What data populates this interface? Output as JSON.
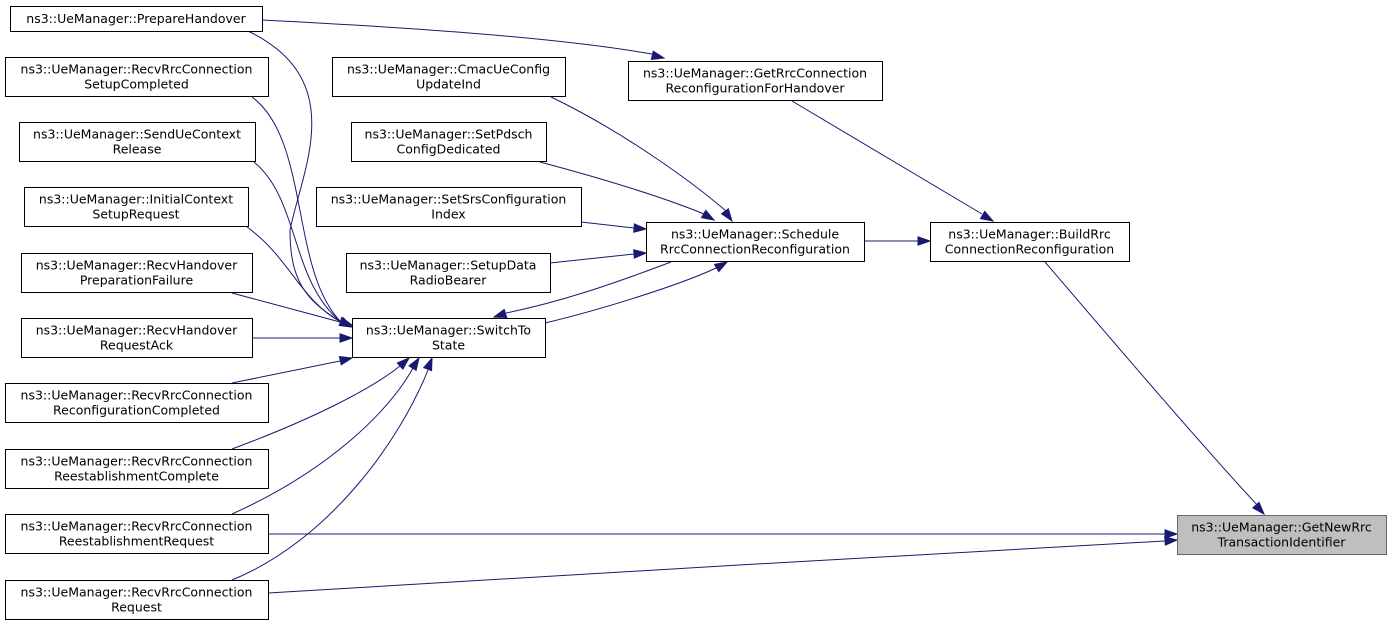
{
  "graph": {
    "type": "caller-graph",
    "nodes": {
      "get_new_rrc": [
        "ns3::UeManager::GetNewRrc",
        "TransactionIdentifier"
      ],
      "build_rrc": [
        "ns3::UeManager::BuildRrc",
        "ConnectionReconfiguration"
      ],
      "get_rrc_handover": [
        "ns3::UeManager::GetRrcConnection",
        "ReconfigurationForHandover"
      ],
      "prepare_handover": [
        "ns3::UeManager::PrepareHandover"
      ],
      "schedule_rrc": [
        "ns3::UeManager::Schedule",
        "RrcConnectionReconfiguration"
      ],
      "cmac_ue_config": [
        "ns3::UeManager::CmacUeConfig",
        "UpdateInd"
      ],
      "set_pdsch": [
        "ns3::UeManager::SetPdsch",
        "ConfigDedicated"
      ],
      "set_srs": [
        "ns3::UeManager::SetSrsConfiguration",
        "Index"
      ],
      "setup_data": [
        "ns3::UeManager::SetupData",
        "RadioBearer"
      ],
      "switch_to_state": [
        "ns3::UeManager::SwitchTo",
        "State"
      ],
      "recv_setup_completed": [
        "ns3::UeManager::RecvRrcConnection",
        "SetupCompleted"
      ],
      "send_ue_context": [
        "ns3::UeManager::SendUeContext",
        "Release"
      ],
      "initial_context": [
        "ns3::UeManager::InitialContext",
        "SetupRequest"
      ],
      "recv_handover_prep": [
        "ns3::UeManager::RecvHandover",
        "PreparationFailure"
      ],
      "recv_handover_ack": [
        "ns3::UeManager::RecvHandover",
        "RequestAck"
      ],
      "recv_reconf_completed": [
        "ns3::UeManager::RecvRrcConnection",
        "ReconfigurationCompleted"
      ],
      "recv_reest_complete": [
        "ns3::UeManager::RecvRrcConnection",
        "ReestablishmentComplete"
      ],
      "recv_reest_request": [
        "ns3::UeManager::RecvRrcConnection",
        "ReestablishmentRequest"
      ],
      "recv_request": [
        "ns3::UeManager::RecvRrcConnection",
        "Request"
      ]
    },
    "root": "get_new_rrc",
    "edges": [
      [
        "build_rrc",
        "get_new_rrc"
      ],
      [
        "recv_reest_request",
        "get_new_rrc"
      ],
      [
        "recv_request",
        "get_new_rrc"
      ],
      [
        "get_rrc_handover",
        "build_rrc"
      ],
      [
        "schedule_rrc",
        "build_rrc"
      ],
      [
        "prepare_handover",
        "get_rrc_handover"
      ],
      [
        "cmac_ue_config",
        "schedule_rrc"
      ],
      [
        "set_pdsch",
        "schedule_rrc"
      ],
      [
        "set_srs",
        "schedule_rrc"
      ],
      [
        "setup_data",
        "schedule_rrc"
      ],
      [
        "switch_to_state",
        "schedule_rrc"
      ],
      [
        "schedule_rrc",
        "switch_to_state"
      ],
      [
        "prepare_handover",
        "switch_to_state"
      ],
      [
        "recv_setup_completed",
        "switch_to_state"
      ],
      [
        "send_ue_context",
        "switch_to_state"
      ],
      [
        "initial_context",
        "switch_to_state"
      ],
      [
        "recv_handover_prep",
        "switch_to_state"
      ],
      [
        "recv_handover_ack",
        "switch_to_state"
      ],
      [
        "recv_reconf_completed",
        "switch_to_state"
      ],
      [
        "recv_reest_complete",
        "switch_to_state"
      ],
      [
        "recv_reest_request",
        "switch_to_state"
      ],
      [
        "recv_request",
        "switch_to_state"
      ]
    ],
    "colors": {
      "edge": "#191970",
      "node_border": "#000000",
      "root_fill": "#bfbfbf",
      "root_border": "#666666",
      "node_fill": "#ffffff"
    }
  }
}
